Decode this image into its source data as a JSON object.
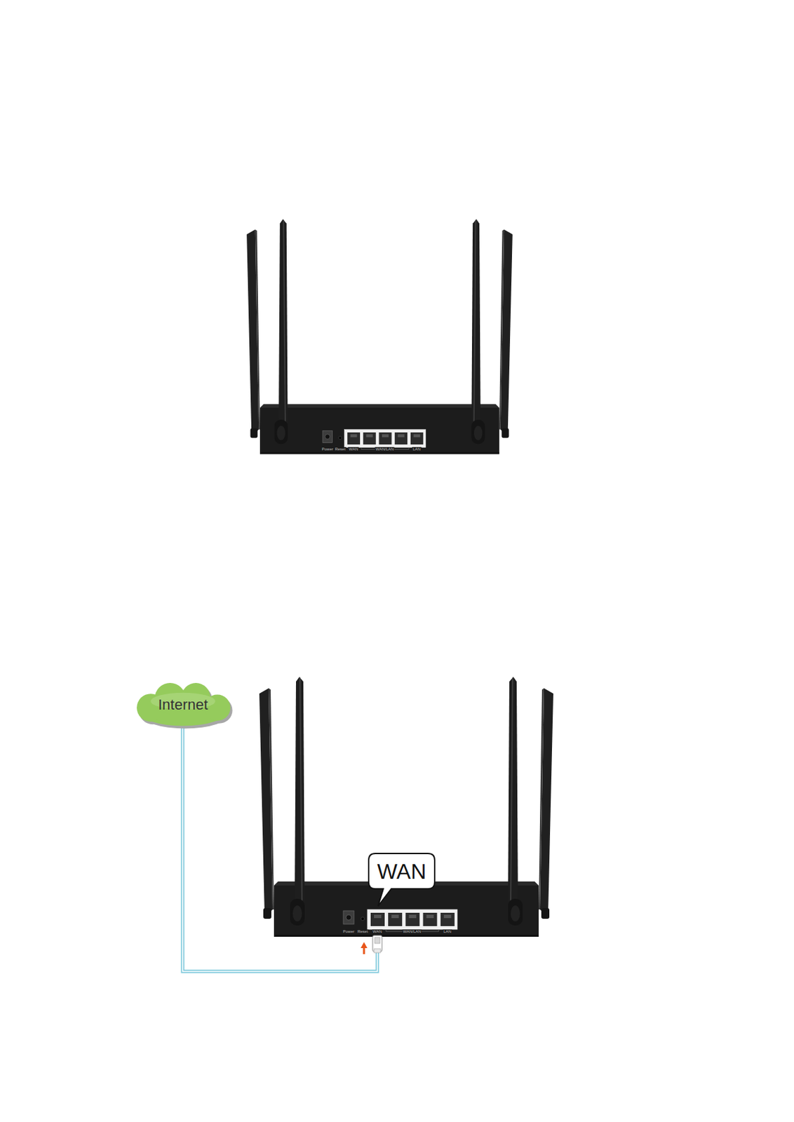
{
  "diagram": {
    "nodes": [
      {
        "text": [
          "Internet"
        ]
      },
      {
        "text": [
          "WAN"
        ]
      }
    ],
    "labels": [
      "Power",
      "Reset",
      "WAN",
      "WAN/LAN",
      "LAN",
      "Power",
      "Reset",
      "WAN",
      "WAN/LAN",
      "LAN"
    ]
  }
}
